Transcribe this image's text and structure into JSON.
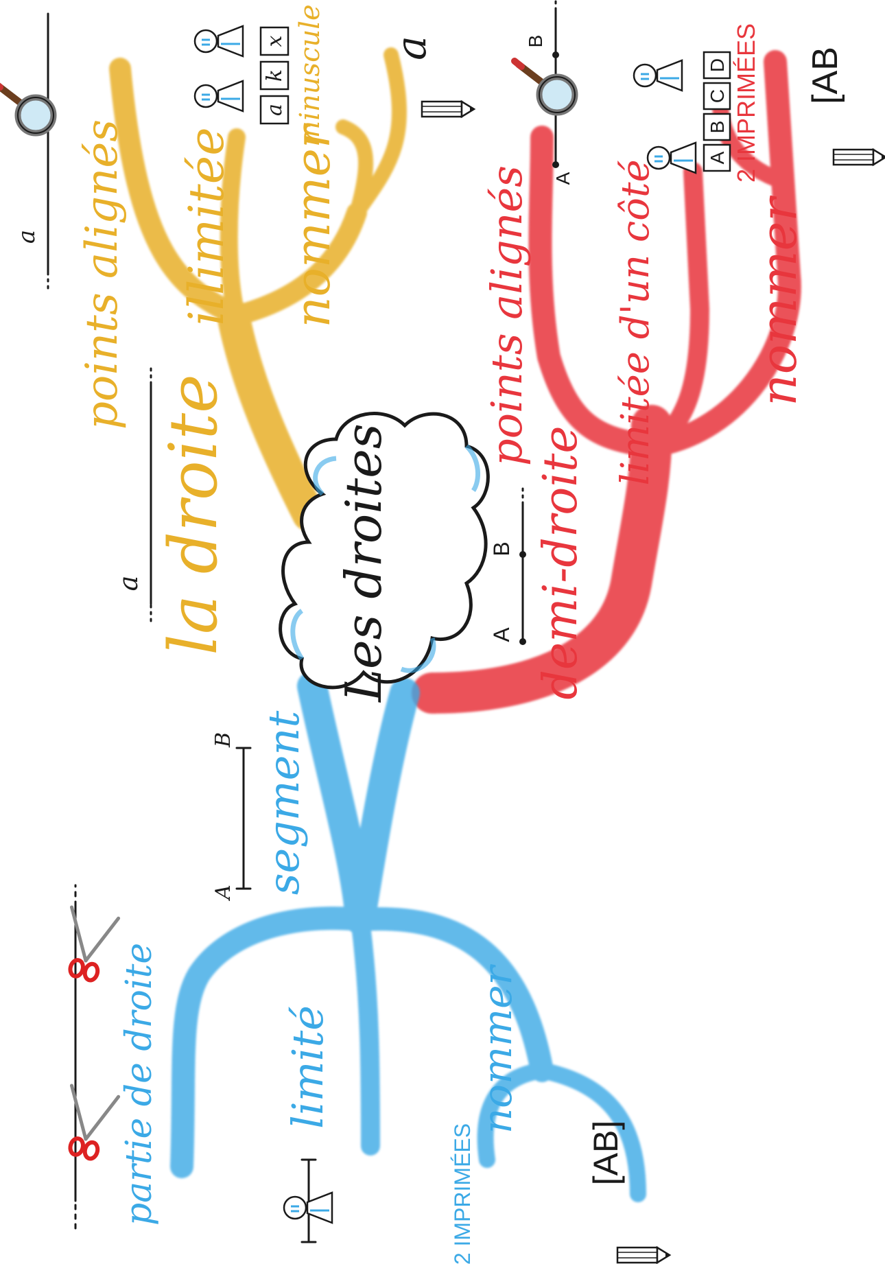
{
  "center": {
    "title": "Les droites"
  },
  "colors": {
    "yellow": "#E8B02A",
    "red": "#E8363D",
    "blue": "#3BA9E6",
    "ink": "#1a1a1a"
  },
  "branches": {
    "droite": {
      "title": "la droite",
      "diagram_label": "a",
      "points": "points alignés",
      "points_label": "a",
      "limit": "illimitée",
      "letters": [
        "a",
        "k",
        "x"
      ],
      "name": "nommer",
      "name_note": "minuscule",
      "name_example": "a"
    },
    "demi": {
      "title": "demi-droite",
      "diagram_labels": [
        "A",
        "B"
      ],
      "points": "points alignés",
      "points_labels": [
        "A",
        "B"
      ],
      "limit": "limitée d'un côté",
      "letters": [
        "A",
        "B",
        "C",
        "D"
      ],
      "name": "nommer",
      "name_note": "2 IMPRIMÉES",
      "name_example": "[AB"
    },
    "segment": {
      "title": "segment",
      "diagram_labels": [
        "A",
        "B"
      ],
      "part": "partie de droite",
      "limit": "limité",
      "name": "nommer",
      "name_note": "2 IMPRIMÉES",
      "name_example": "[AB]"
    }
  },
  "icons": [
    "magnifier-icon",
    "scissors-icon",
    "pencil-icon",
    "person-icon",
    "letter-card-icon"
  ]
}
